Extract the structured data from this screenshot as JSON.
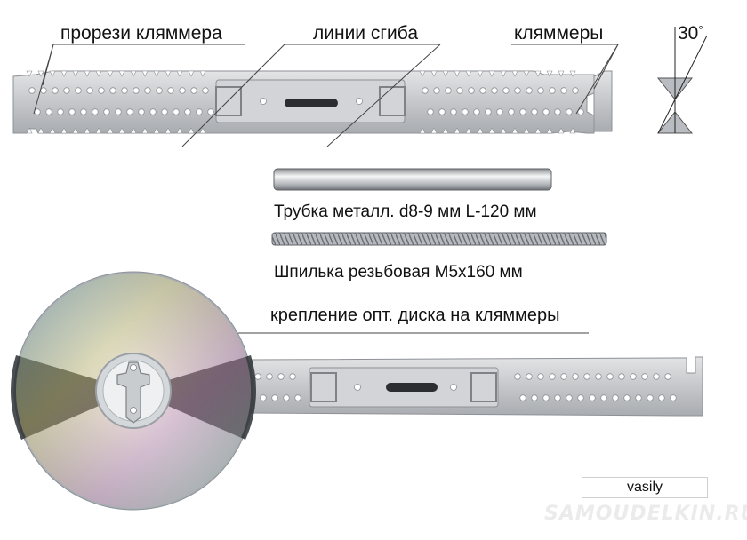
{
  "labels": {
    "slots": "прорези кляммера",
    "bend_lines": "линии сгиба",
    "clips": "кляммеры",
    "angle": "30",
    "tube": "Трубка металл. d8-9 мм L-120 мм",
    "stud": "Шпилька резьбовая М5х160 мм",
    "mount": "крепление опт. диска на кляммеры"
  },
  "signature": "vasily",
  "watermark": "SAMOUDELKIN.RU",
  "colors": {
    "metal": "#c7c9cc",
    "metal_edge": "#8e9196",
    "hole": "#ffffff",
    "leader": "#444444"
  }
}
